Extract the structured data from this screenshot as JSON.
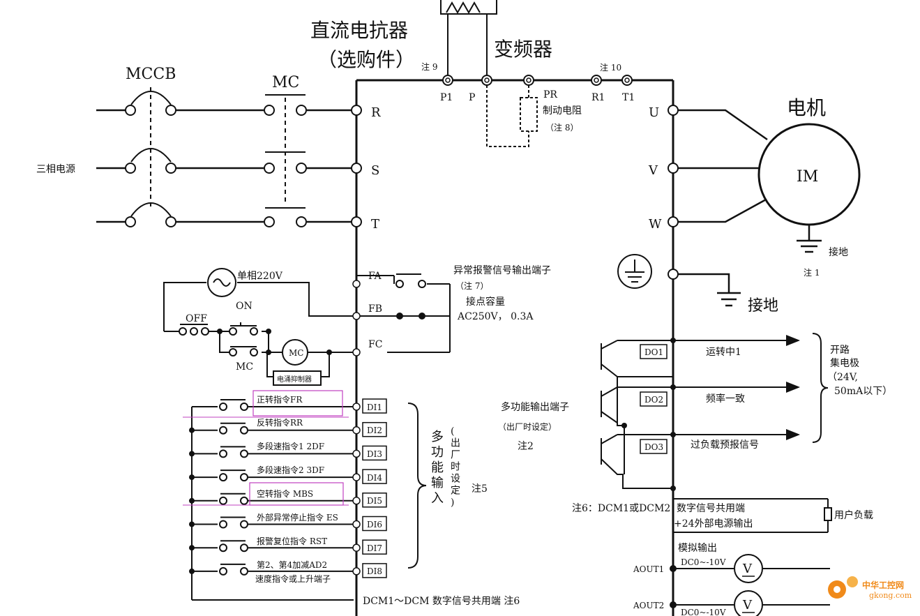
{
  "header": {
    "reactor_title": "直流电抗器",
    "reactor_sub": "（选购件）",
    "note9": "注 9",
    "inverter_title": "变频器",
    "note10": "注 10"
  },
  "power": {
    "mccb": "MCCB",
    "mc": "MC",
    "source": "三相电源",
    "terminals_in": [
      "R",
      "S",
      "T"
    ],
    "terminals_top": [
      "P1",
      "P",
      "PR",
      "R1",
      "T1"
    ],
    "brake": "制动电阻",
    "note8": "（注 8）"
  },
  "motor": {
    "title": "电机",
    "im": "IM",
    "terminals_out": [
      "U",
      "V",
      "W"
    ],
    "ground1": "接地",
    "note1": "注 1",
    "ground2": "接地"
  },
  "alarm": {
    "single_phase": "单相220V",
    "on": "ON",
    "off": "OFF",
    "mc": "MC",
    "mc_motor": "MC",
    "suppressor": "电涌抑制器",
    "terminals": [
      "FA",
      "FB",
      "FC"
    ],
    "title": "异常报警信号输出端子",
    "note7": "（注 7）",
    "capacity_title": "接点容量",
    "capacity": "AC250V， 0.3A"
  },
  "inputs": {
    "rows": [
      {
        "label": "正转指令FR",
        "term": "DI1"
      },
      {
        "label": "反转指令RR",
        "term": "DI2"
      },
      {
        "label": "多段速指令1  2DF",
        "term": "DI3"
      },
      {
        "label": "多段速指令2  3DF",
        "term": "DI4"
      },
      {
        "label": "空转指令  MBS",
        "term": "DI5"
      },
      {
        "label": "外部异常停止指令  ES",
        "term": "DI6"
      },
      {
        "label": "报警复位指令  RST",
        "term": "DI7"
      },
      {
        "label": "第2、第4加减AD2",
        "term": "DI8"
      }
    ],
    "row8_sub": "速度指令或上升端子",
    "multi_func": "多功能输入",
    "factory": "(出厂时设定)",
    "note5": "注5",
    "common": "DCM1～DCM 数字信号共用端  注6"
  },
  "outputs": {
    "rows": [
      {
        "term": "DO1",
        "label": "运转中1"
      },
      {
        "term": "DO2",
        "label": "频率一致"
      },
      {
        "term": "DO3",
        "label": "过负载预报信号"
      }
    ],
    "multi_out": "多功能输出端子",
    "factory": "（出厂时设定）",
    "note2": "注2",
    "oc_title": "开路",
    "oc_line2": "集电极",
    "oc_line3": "（24V,",
    "oc_line4": "50mA以下）",
    "note6": "注6：DCM1或DCM2",
    "common": "数字信号共用端",
    "ext24": "+24外部电源输出",
    "user_load": "用户负载",
    "analog_title": "模拟输出",
    "aout1": "AOUT1",
    "aout2": "AOUT2",
    "range1": "DC0~-10V",
    "range2": "DC0~-10V",
    "meter": "V"
  },
  "watermark": {
    "text1": "中华工控网",
    "text2": "gkong.com"
  },
  "colors": {
    "line": "#111111",
    "highlight": "#c040c0",
    "watermark": "#f08a1a"
  }
}
